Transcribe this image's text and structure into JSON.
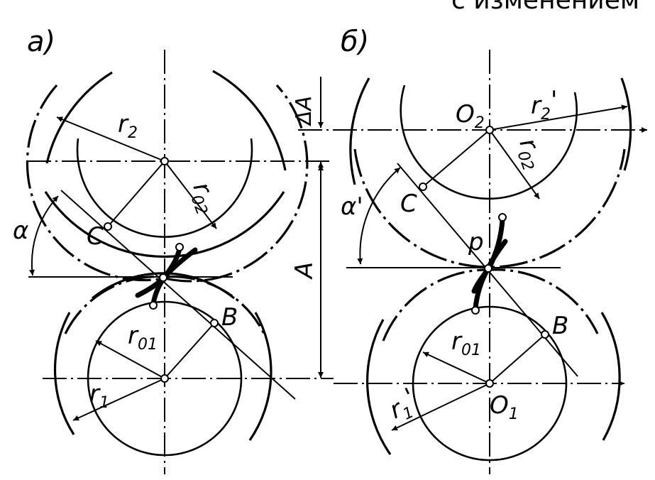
{
  "header_fragment": "с изменением",
  "panel_a": {
    "panel_label": "а)",
    "r2": "r",
    "r2_sub": "2",
    "r02": "r",
    "r02_sub": "02",
    "alpha": "α",
    "C": "C",
    "B": "B",
    "r01": "r",
    "r01_sub": "01",
    "r1": "r",
    "r1_sub": "1"
  },
  "panel_b": {
    "panel_label": "б)",
    "O2": "O",
    "O2_sub": "2",
    "r2p": "r",
    "r2p_sub": "2",
    "r2p_prime": "'",
    "r02": "r",
    "r02_sub": "02",
    "alpha_p": "α'",
    "C": "C",
    "p": "p",
    "B": "B",
    "r01": "r",
    "r01_sub": "01",
    "O1": "O",
    "O1_sub": "1",
    "r1p": "r",
    "r1p_sub": "1",
    "r1p_prime": "'"
  },
  "dimensions": {
    "delta_A": "ΔA",
    "A": "A"
  }
}
